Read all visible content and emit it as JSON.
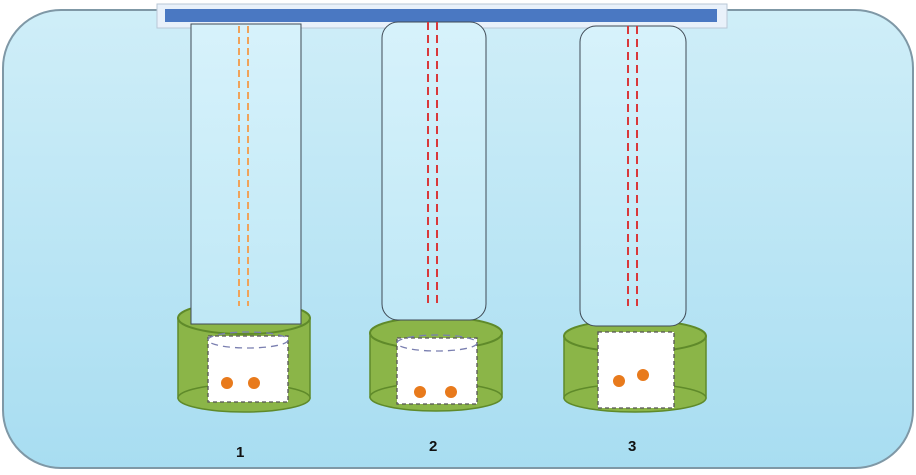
{
  "labels": {
    "setup_1": "1",
    "setup_2": "2",
    "setup_3": "3"
  },
  "colors": {
    "background_top": "#cfeef8",
    "background_bottom": "#a8ddf1",
    "frame_border": "#7f98a6",
    "support_bar": "#4a78c2",
    "cylinder_green": "#8bb548",
    "cylinder_green_dark": "#5f8a2a",
    "tube_fill": "#bfe8f6",
    "thread_red": "#d9383a",
    "thread_orange": "#f0a35a",
    "seed": "#e87a1c",
    "insert_dash": "#7a7fb0"
  }
}
